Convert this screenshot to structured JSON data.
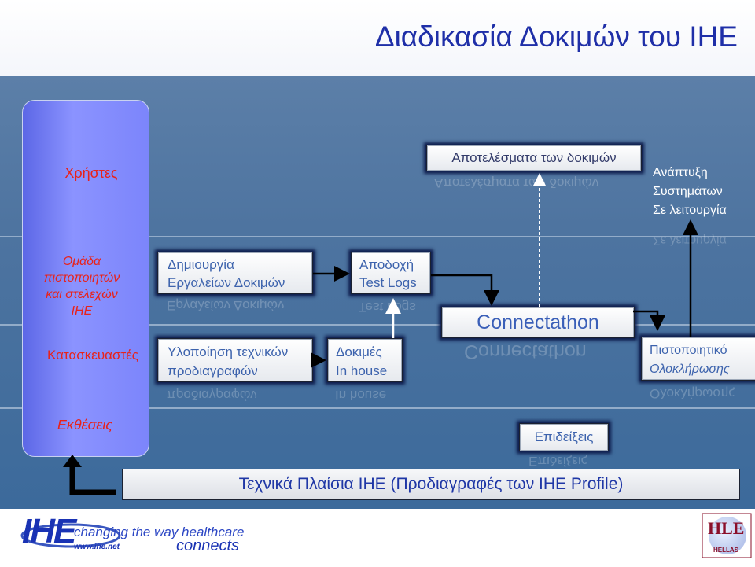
{
  "title": "Διαδικασία Δοκιμών του IHE",
  "lanes": {
    "users": "Χρήστες",
    "ihe_team": [
      "Ομάδα",
      "πιστοποιητών",
      "και στελεχών",
      "IHE"
    ],
    "vendors": "Κατασκευαστές",
    "exhibitions": "Εκθέσεις"
  },
  "boxes": {
    "results": "Αποτελέσματα των δοκιμών",
    "tool_creation": [
      "Δημιουργία",
      "Εργαλείων Δοκιμών"
    ],
    "acceptance": [
      "Αποδοχή",
      "Test Logs"
    ],
    "connectathon": "Connectathon",
    "implementation": [
      "Υλοποίηση τεχνικών",
      "προδιαγραφών"
    ],
    "inhouse": [
      "Δοκιμές",
      "In house"
    ],
    "certificate": [
      "Πιστοποιητικό",
      "Ολοκλήρωσης"
    ],
    "demos": "Επιδείξεις",
    "frameworks": "Τεχνικά Πλαίσια IHE (Προδιαγραφές των IHE Profile)"
  },
  "deployment": [
    "Ανάπτυξη",
    "Συστημάτων",
    "Σε λειτουργία"
  ],
  "reflections": {
    "tool_creation": "Εργαλείων Δοκιμών",
    "acceptance": "Test Logs",
    "connectathon": "Connectathon",
    "implementation": "προδιαγραφών",
    "inhouse": "In house",
    "certificate": "Ολοκλήρωσης",
    "demos": "Επιδείξεις",
    "results": "Αποτελέσματα των δοκιμών",
    "deployment": "Σε λειτουργία"
  },
  "footer": {
    "logo_text": "IHE",
    "tagline1": "changing the way healthcare",
    "tagline2": "connects",
    "url": "www.ihe.net",
    "partner_logo": "HLE",
    "partner_text": "HELLAS"
  },
  "colors": {
    "title": "#1f2fa8",
    "box_text": "#3d63ad",
    "red_text": "#e8221a",
    "frame_text": "#1f37a6",
    "connector": "#000000"
  }
}
